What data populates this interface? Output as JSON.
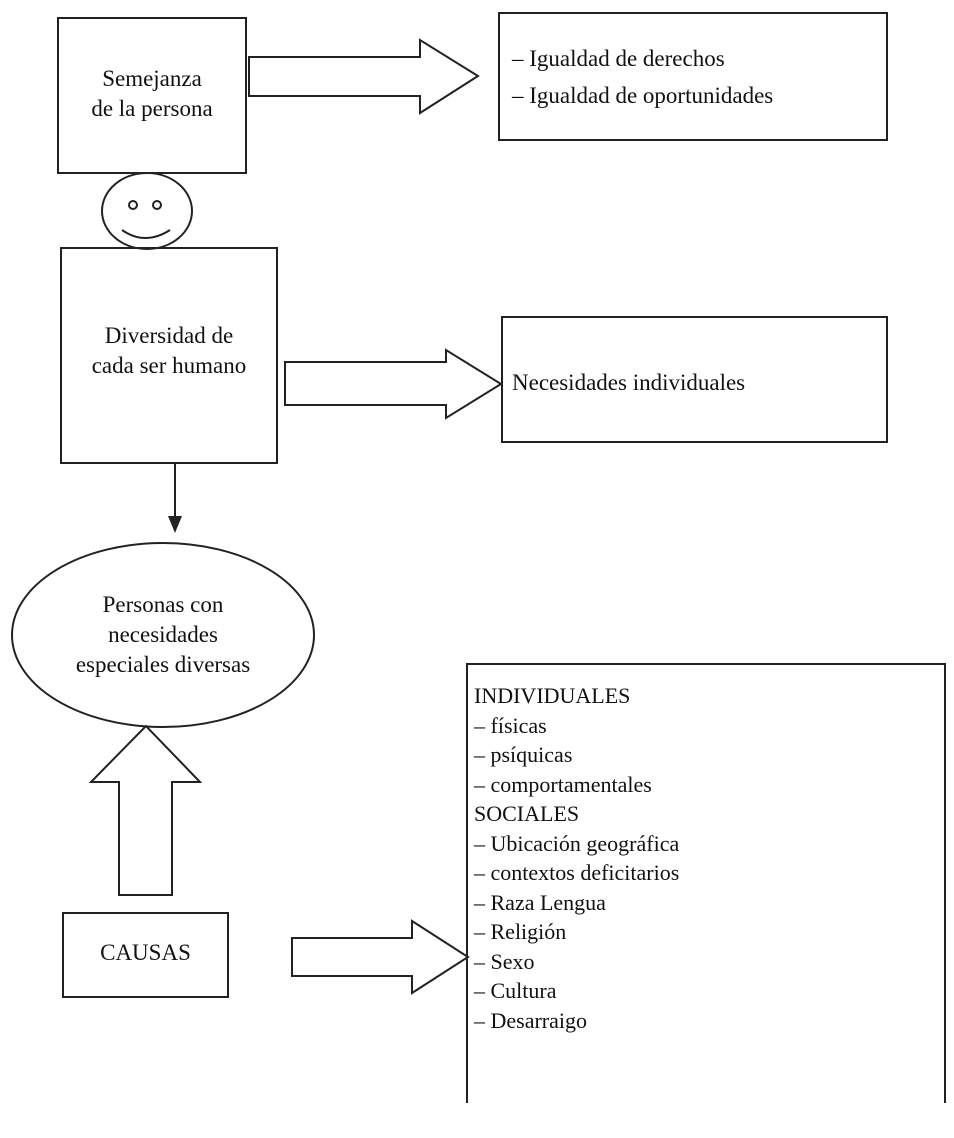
{
  "box_semejanza": {
    "line1": "Semejanza",
    "line2": "de la persona"
  },
  "box_igualdad": {
    "items": [
      "– Igualdad de derechos",
      "– Igualdad de oportunidades"
    ]
  },
  "box_diversidad": {
    "line1": "Diversidad de",
    "line2": "cada ser humano"
  },
  "box_necesidades": {
    "text": "Necesidades individuales"
  },
  "ellipse_personas": {
    "line1": "Personas con",
    "line2": "necesidades",
    "line3": "especiales diversas"
  },
  "box_causas": {
    "text": "CAUSAS"
  },
  "box_causas_list": {
    "items": [
      "INDIVIDUALES",
      "– físicas",
      "– psíquicas",
      "– comportamentales",
      "SOCIALES",
      "– Ubicación geográfica",
      "– contextos deficitarios",
      "– Raza Lengua",
      "– Religión",
      "– Sexo",
      "– Cultura",
      "– Desarraigo"
    ]
  },
  "colors": {
    "stroke": "#222222",
    "background": "#ffffff"
  }
}
